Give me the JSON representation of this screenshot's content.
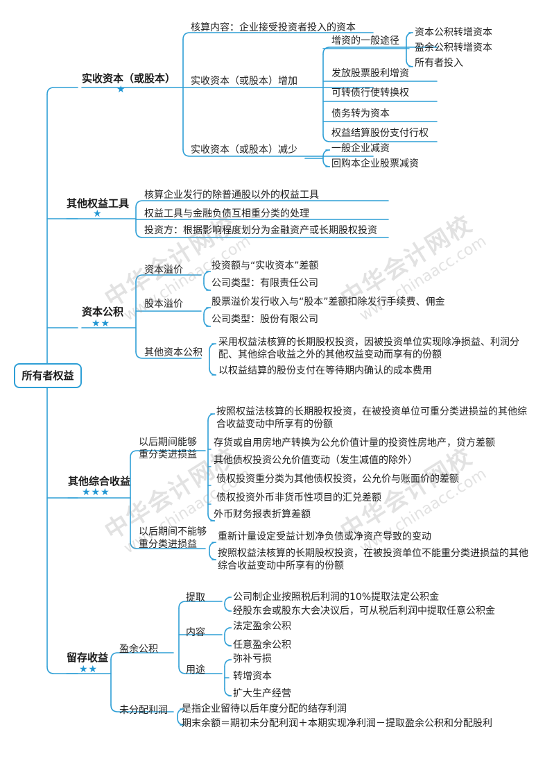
{
  "colors": {
    "line": "#2e9fd6",
    "star": "#2196d3",
    "text": "#222222"
  },
  "root": "所有者权益",
  "watermarks": [
    {
      "cn": "中华会计网校",
      "en": "www.chinaacc.com"
    },
    {
      "cn": "中华会计网校",
      "en": "www.chinaacc.com"
    },
    {
      "cn": "中华会计网校",
      "en": "www.chinaacc.com"
    },
    {
      "cn": "中华会计网校",
      "en": "www.chinaacc.com"
    }
  ],
  "paid_in": {
    "label": "实收资本（或股本）",
    "stars": "★",
    "content": "核算内容：企业接受投资者投入的资本",
    "increase": "实收资本（或股本）增加",
    "general_way": "增资的一般途径",
    "general_items": [
      "资本公积转增资本",
      "盈余公积转增资本",
      "所有者投入"
    ],
    "increase_items": [
      "发放股票股利增资",
      "可转债行使转换权",
      "债务转为资本",
      "权益结算股份支付行权"
    ],
    "decrease": "实收资本（或股本）减少",
    "decrease_items": [
      "一般企业减资",
      "回购本企业股票减资"
    ]
  },
  "other_equity": {
    "label": "其他权益工具",
    "stars": "★",
    "items": [
      "核算企业发行的除普通股以外的权益工具",
      "权益工具与金融负债互相重分类的处理",
      "投资方：根据影响程度划分为金融资产或长期股权投资"
    ]
  },
  "capital_reserve": {
    "label": "资本公积",
    "stars": "★★",
    "capital_premium": "资本溢价",
    "capital_premium_items": [
      "投资额与“实收资本”差额",
      "公司类型：有限责任公司"
    ],
    "share_premium": "股本溢价",
    "share_premium_items": [
      "股票溢价发行收入与“股本”差额扣除发行手续费、佣金",
      "公司类型：股份有限公司"
    ],
    "other": "其他资本公积",
    "other_items": [
      "采用权益法核算的长期股权投资，因被投资单位实现除净损益、利润分配、其他综合收益之外的其他权益变动而享有的份额",
      "以权益结算的股份支付在等待期内确认的成本费用"
    ]
  },
  "oci": {
    "label": "其他综合收益",
    "stars": "★★★",
    "reclass": "以后期间能够重分类进损益",
    "reclass_items": [
      "按照权益法核算的长期股权投资，在被投资单位可重分类进损益的其他综合收益变动中所享有的份额",
      "存货或自用房地产转换为公允价值计量的投资性房地产，贷方差额",
      "其他债权投资公允价值变动（发生减值的除外）",
      "债权投资重分类为其他债权投资，公允价与账面价的差额",
      "债权投资外币非货币性项目的汇兑差额",
      "外币财务报表折算差额"
    ],
    "no_reclass": "以后期间不能够重分类进损益",
    "no_reclass_items": [
      "重新计量设定受益计划净负债或净资产导致的变动",
      "按照权益法核算的长期股权投资，在被投资单位不能重分类进损益的其他综合收益变动中所享有的份额"
    ]
  },
  "retained": {
    "label": "留存收益",
    "stars": "★★",
    "surplus": "盈余公积",
    "extract": "提取",
    "extract_items": [
      "公司制企业按照税后利润的10%提取法定公积金",
      "经股东会或股东大会决议后，可从税后利润中提取任意公积金"
    ],
    "content": "内容",
    "content_items": [
      "法定盈余公积",
      "任意盈余公积"
    ],
    "use": "用途",
    "use_items": [
      "弥补亏损",
      "转增资本",
      "扩大生产经营"
    ],
    "undistributed": "未分配利润",
    "undistributed_items": [
      "是指企业留待以后年度分配的结存利润",
      "期末余额＝期初未分配利润＋本期实现净利润－提取盈余公积和分配股利"
    ]
  }
}
